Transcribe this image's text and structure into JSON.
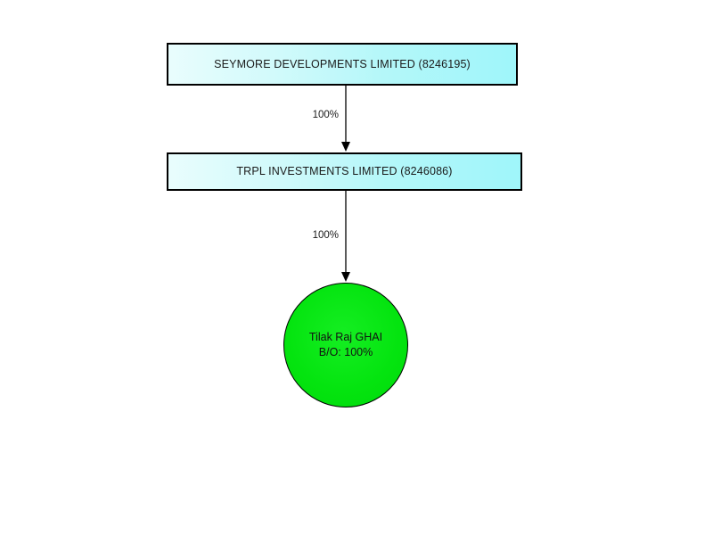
{
  "diagram": {
    "type": "ownership-structure-chart",
    "background_color": "#ffffff",
    "nodes": [
      {
        "id": "seymore",
        "shape": "rectangle",
        "label": "SEYMORE DEVELOPMENTS LIMITED (8246195)",
        "company_name": "SEYMORE DEVELOPMENTS LIMITED",
        "company_number": "8246195",
        "fill_start": "#e9fdfd",
        "fill_end": "#9ff6fa",
        "border_color": "#000000"
      },
      {
        "id": "trpl",
        "shape": "rectangle",
        "label": "TRPL INVESTMENTS LIMITED (8246086)",
        "company_name": "TRPL INVESTMENTS LIMITED",
        "company_number": "8246086",
        "fill_start": "#e9fdfd",
        "fill_end": "#9ff6fa",
        "border_color": "#000000"
      },
      {
        "id": "owner",
        "shape": "circle",
        "person_name": "Tilak Raj GHAI",
        "ownership_line": "B/O: 100%",
        "fill": "#00e512",
        "border_color": "#000000"
      }
    ],
    "edges": [
      {
        "id": "seymore-trpl",
        "from": "seymore",
        "to": "trpl",
        "label": "100%",
        "line_color": "#5b5b5b",
        "arrow_color": "#000000"
      },
      {
        "id": "trpl-owner",
        "from": "trpl",
        "to": "owner",
        "label": "100%",
        "line_color": "#5b5b5b",
        "arrow_color": "#000000"
      }
    ]
  }
}
